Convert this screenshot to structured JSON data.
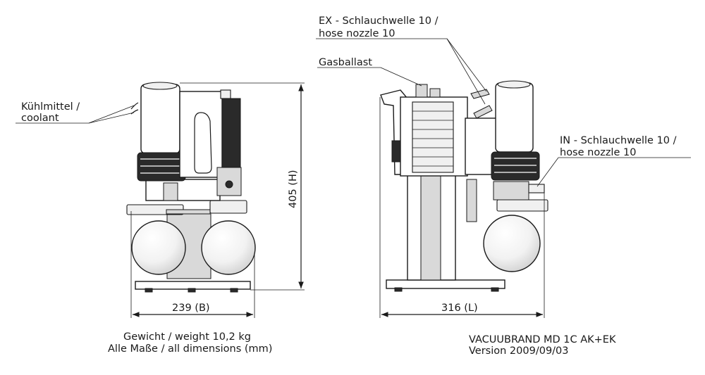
{
  "labels": {
    "coolant_line1": "Kühlmittel /",
    "coolant_line2": "coolant",
    "ex_line1": "EX - Schlauchwelle 10 /",
    "ex_line2": "hose nozzle 10",
    "gasballast": "Gasballast",
    "in_line1": "IN - Schlauchwelle 10 /",
    "in_line2": "hose nozzle 10"
  },
  "dimensions": {
    "height": "405 (H)",
    "width": "239 (B)",
    "length": "316 (L)"
  },
  "footer": {
    "weight": "Gewicht / weight 10,2 kg",
    "units": "Alle Maße / all dimensions (mm)",
    "model": "VACUUBRAND MD 1C AK+EK",
    "version": "Version 2009/09/03"
  }
}
